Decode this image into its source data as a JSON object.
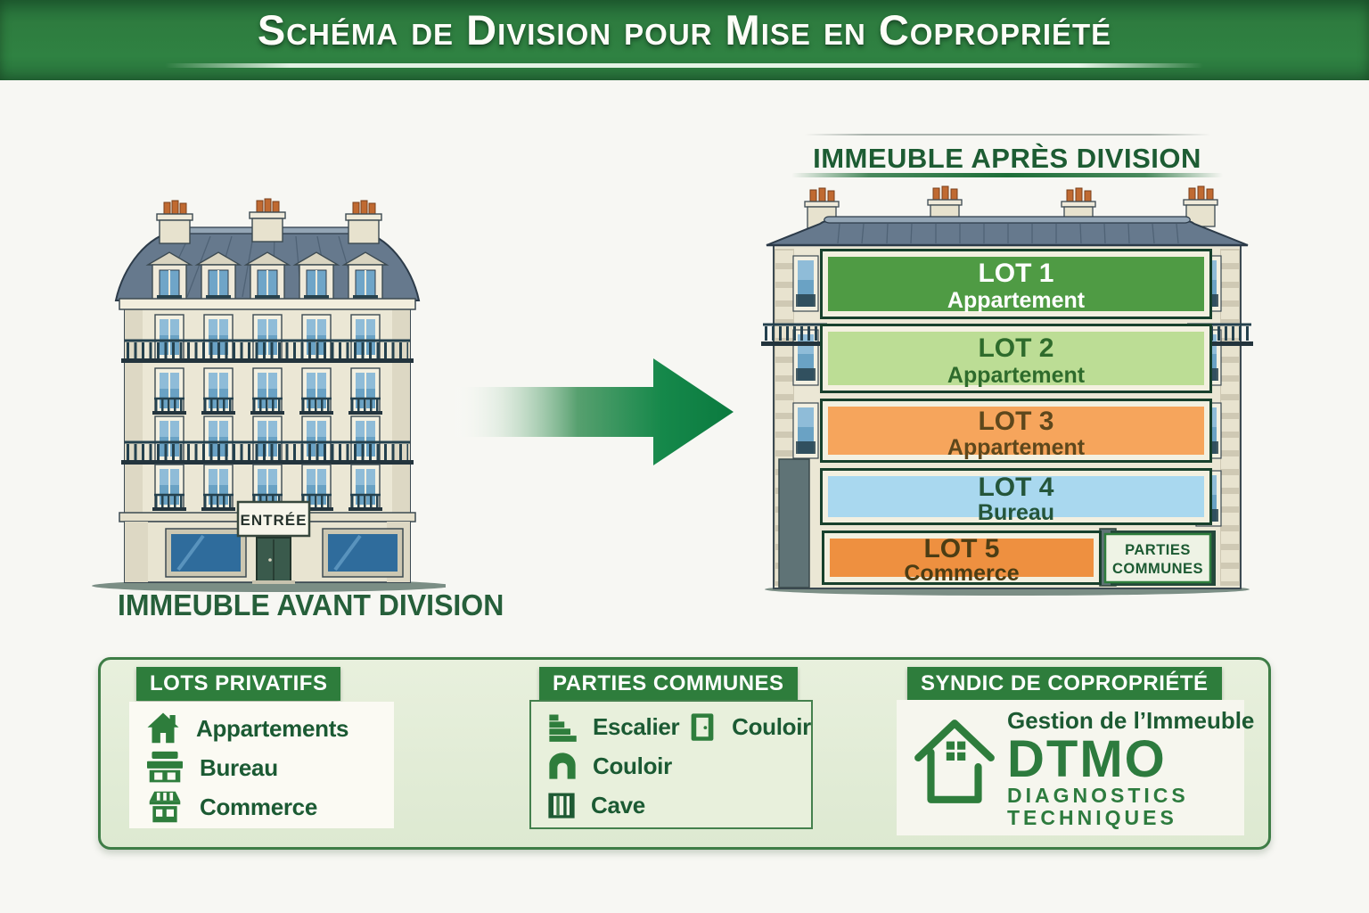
{
  "colors": {
    "banner_green": "#2e7c3f",
    "accent_green": "#2e7d3c",
    "dark_green_text": "#1c5a32",
    "legend_background": "#e2ecd7",
    "arrow_green": "#0e7c41",
    "facade_cream": "#ebe7d5",
    "roof_slate": "#66798d"
  },
  "header": {
    "title": "Schéma de Division pour Mise en Copropriété"
  },
  "before_building": {
    "caption": "IMMEUBLE AVANT DIVISION",
    "entrance_sign": "ENTRÉE"
  },
  "after_building": {
    "caption": "IMMEUBLE APRÈS DIVISION",
    "lots": [
      {
        "id": "LOT 1",
        "type": "Appartement",
        "fill": "#4f9b44",
        "text": "#ffffff"
      },
      {
        "id": "LOT 2",
        "type": "Appartement",
        "fill": "#bcdd95",
        "text": "#2e6b2c"
      },
      {
        "id": "LOT 3",
        "type": "Appartement",
        "fill": "#f6a55c",
        "text": "#5d471c"
      },
      {
        "id": "LOT 4",
        "type": "Bureau",
        "fill": "#a9d8ef",
        "text": "#24553a"
      },
      {
        "id": "LOT 5",
        "type": "Commerce",
        "fill": "#ee9040",
        "text": "#4c3d14"
      }
    ],
    "common_parts_sign": {
      "line1": "PARTIES",
      "line2": "COMMUNES"
    }
  },
  "legend": {
    "sections": [
      {
        "title": "LOTS PRIVATIFS",
        "items": [
          {
            "icon": "house-icon",
            "label": "Appartements"
          },
          {
            "icon": "desk-icon",
            "label": "Bureau"
          },
          {
            "icon": "storefront-icon",
            "label": "Commerce"
          }
        ]
      },
      {
        "title": "PARTIES COMMUNES",
        "items": [
          {
            "icon": "stairs-icon",
            "label": "Escalier"
          },
          {
            "icon": "door-icon",
            "label": "Couloir"
          },
          {
            "icon": "archway-icon",
            "label": "Couloir"
          },
          {
            "icon": "cellar-door-icon",
            "label": "Cave"
          }
        ]
      },
      {
        "title": "SYNDIC DE COPROPRIÉTÉ",
        "management_label": "Gestion de l’Immeuble",
        "brand": "DTMO",
        "brand_line1": "DIAGNOSTICS",
        "brand_line2": "TECHNIQUES"
      }
    ]
  }
}
